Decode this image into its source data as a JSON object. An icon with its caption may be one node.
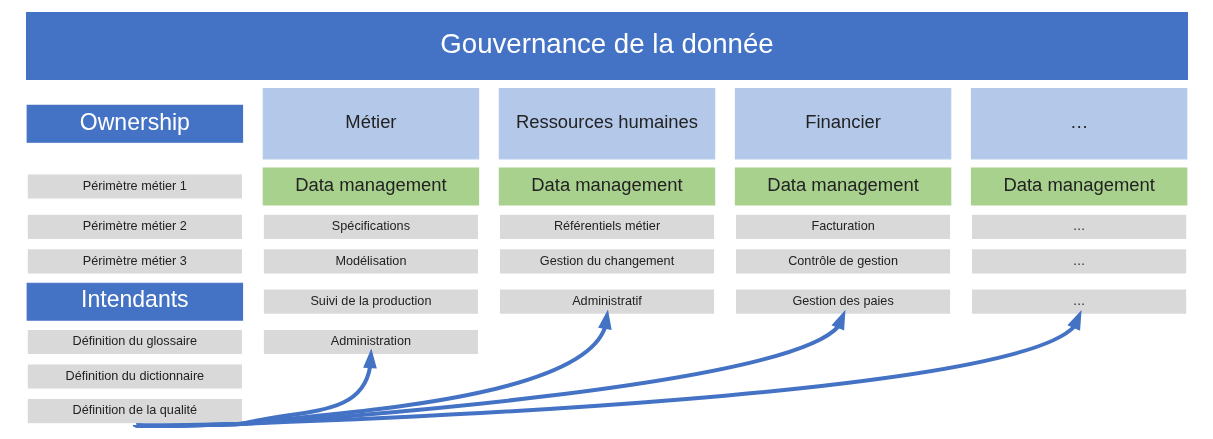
{
  "diagram": {
    "nodes": [
      {
        "text": [
          "Gouvernance de la donnée"
        ]
      },
      {
        "text": [
          "Ownership"
        ]
      },
      {
        "text": [
          "Périmètre métier 1"
        ]
      },
      {
        "text": [
          "Périmètre métier 2"
        ]
      },
      {
        "text": [
          "Périmètre métier 3"
        ]
      },
      {
        "text": [
          "Intendants"
        ]
      },
      {
        "text": [
          "Définition du glossaire"
        ]
      },
      {
        "text": [
          "Définition du dictionnaire"
        ]
      },
      {
        "text": [
          "Définition de la qualité"
        ]
      },
      {
        "text": [
          "Métier"
        ]
      },
      {
        "text": [
          "Data management"
        ]
      },
      {
        "text": [
          "Spécifications"
        ]
      },
      {
        "text": [
          "Modélisation"
        ]
      },
      {
        "text": [
          "Suivi de la production"
        ]
      },
      {
        "text": [
          "Administration"
        ]
      },
      {
        "text": [
          "Ressources humaines"
        ]
      },
      {
        "text": [
          "Data management"
        ]
      },
      {
        "text": [
          "Référentiels métier"
        ]
      },
      {
        "text": [
          "Gestion du changement"
        ]
      },
      {
        "text": [
          "Administratif"
        ]
      },
      {
        "text": [
          "Financier"
        ]
      },
      {
        "text": [
          "Data management"
        ]
      },
      {
        "text": [
          "Facturation"
        ]
      },
      {
        "text": [
          "Contrôle de gestion"
        ]
      },
      {
        "text": [
          "Gestion des paies"
        ]
      },
      {
        "text": [
          "…"
        ]
      },
      {
        "text": [
          "Data management"
        ]
      },
      {
        "text": [
          "…"
        ]
      },
      {
        "text": [
          "…"
        ]
      },
      {
        "text": [
          "…"
        ]
      }
    ],
    "edges": [
      {
        "from": 8,
        "to": 14,
        "arrow": "to"
      },
      {
        "from": 8,
        "to": 19,
        "arrow": "to"
      },
      {
        "from": 8,
        "to": 24,
        "arrow": "to"
      },
      {
        "from": 8,
        "to": 29,
        "arrow": "to"
      }
    ]
  }
}
